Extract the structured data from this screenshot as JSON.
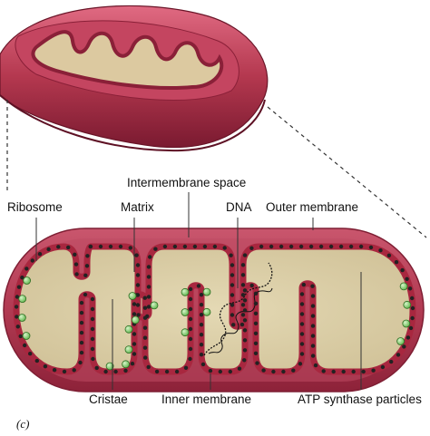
{
  "labels": {
    "intermembrane_space": "Intermembrane space",
    "ribosome": "Ribosome",
    "matrix": "Matrix",
    "dna": "DNA",
    "outer_membrane": "Outer membrane",
    "cristae": "Cristae",
    "inner_membrane": "Inner membrane",
    "atp_synthase": "ATP synthase particles",
    "panel": "(c)"
  },
  "colors": {
    "outer_red": "#b4384f",
    "outer_dark": "#7e1e33",
    "inner_red": "#a8273f",
    "matrix_tan": "#d9cda6",
    "ribosome": "#222222",
    "atp_green": "#8fd87b",
    "leader": "#333333"
  }
}
